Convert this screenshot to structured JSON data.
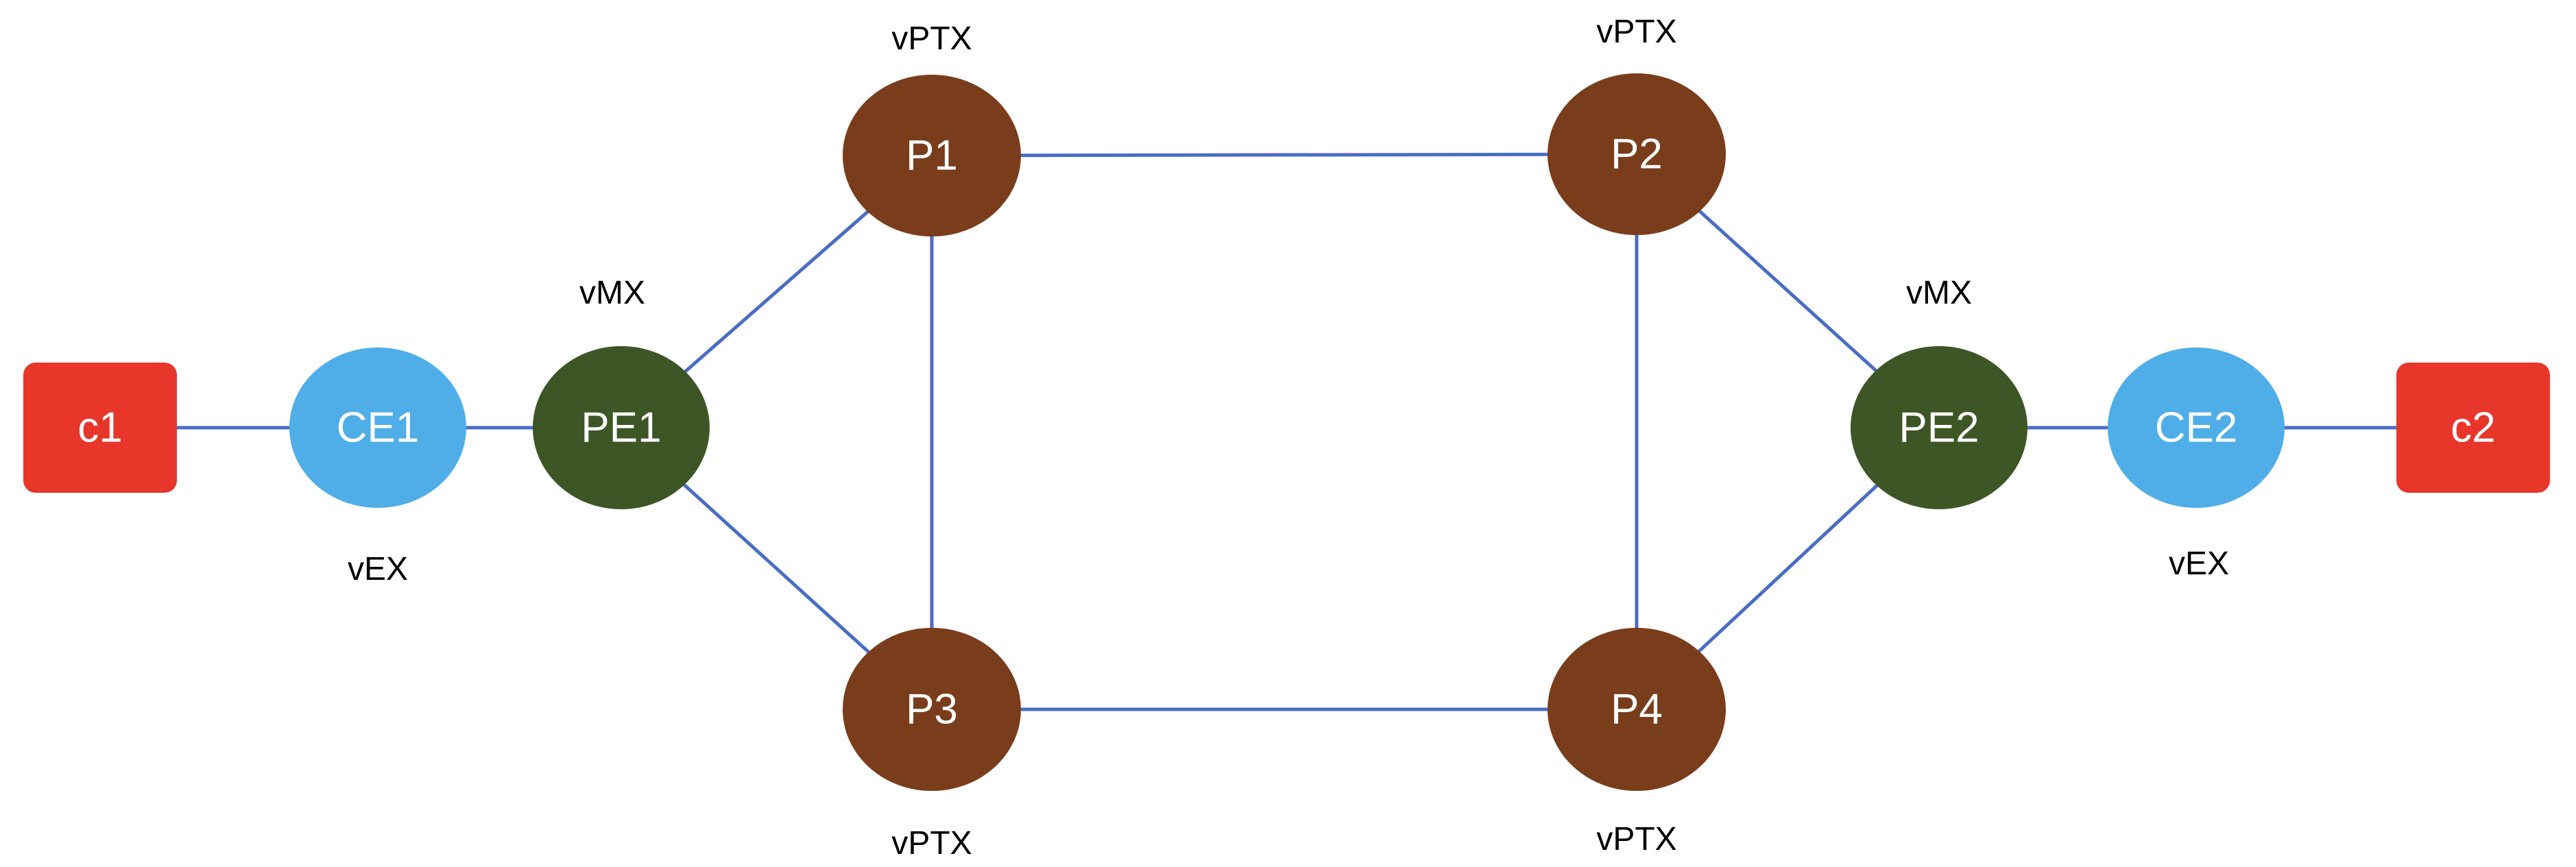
{
  "colors": {
    "client": "#E8362B",
    "ce": "#4FAEE8",
    "pe": "#3E5626",
    "p": "#7A3D1C",
    "link": "#4A6DC4",
    "node_text": "#FFFFFF",
    "role_text": "#000000"
  },
  "nodes": [
    {
      "id": "c1",
      "label": "c1",
      "kind": "client"
    },
    {
      "id": "ce1",
      "label": "CE1",
      "kind": "ce"
    },
    {
      "id": "pe1",
      "label": "PE1",
      "kind": "pe"
    },
    {
      "id": "p1",
      "label": "P1",
      "kind": "p"
    },
    {
      "id": "p2",
      "label": "P2",
      "kind": "p"
    },
    {
      "id": "p3",
      "label": "P3",
      "kind": "p"
    },
    {
      "id": "p4",
      "label": "P4",
      "kind": "p"
    },
    {
      "id": "pe2",
      "label": "PE2",
      "kind": "pe"
    },
    {
      "id": "ce2",
      "label": "CE2",
      "kind": "ce"
    },
    {
      "id": "c2",
      "label": "c2",
      "kind": "client"
    }
  ],
  "roles": {
    "p1": "vPTX",
    "p2": "vPTX",
    "p3": "vPTX",
    "p4": "vPTX",
    "pe1": "vMX",
    "pe2": "vMX",
    "ce1": "vEX",
    "ce2": "vEX"
  },
  "links": [
    [
      "c1",
      "ce1"
    ],
    [
      "ce1",
      "pe1"
    ],
    [
      "pe1",
      "p1"
    ],
    [
      "pe1",
      "p3"
    ],
    [
      "p1",
      "p2"
    ],
    [
      "p1",
      "p3"
    ],
    [
      "p3",
      "p4"
    ],
    [
      "p2",
      "p4"
    ],
    [
      "p2",
      "pe2"
    ],
    [
      "p4",
      "pe2"
    ],
    [
      "pe2",
      "ce2"
    ],
    [
      "ce2",
      "c2"
    ]
  ]
}
